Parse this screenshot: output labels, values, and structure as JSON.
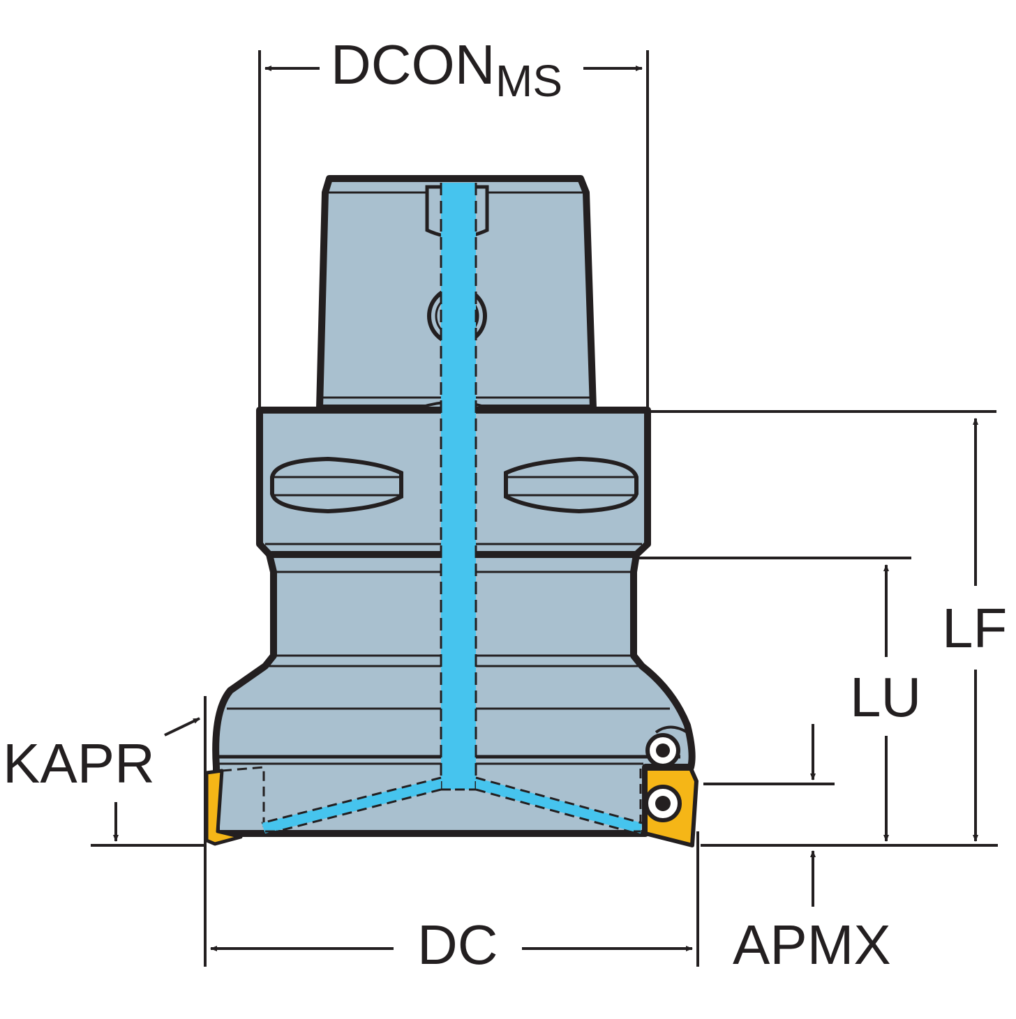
{
  "labels": {
    "dcon": "DCON",
    "dcon_sub": "MS",
    "lf": "LF",
    "lu": "LU",
    "kapr": "KAPR",
    "dc": "DC",
    "apmx": "APMX"
  },
  "colors": {
    "body": "#a9c0cf",
    "outline": "#231f20",
    "coolant": "#46c4ee",
    "insert": "#f5b617",
    "background": "#ffffff"
  }
}
